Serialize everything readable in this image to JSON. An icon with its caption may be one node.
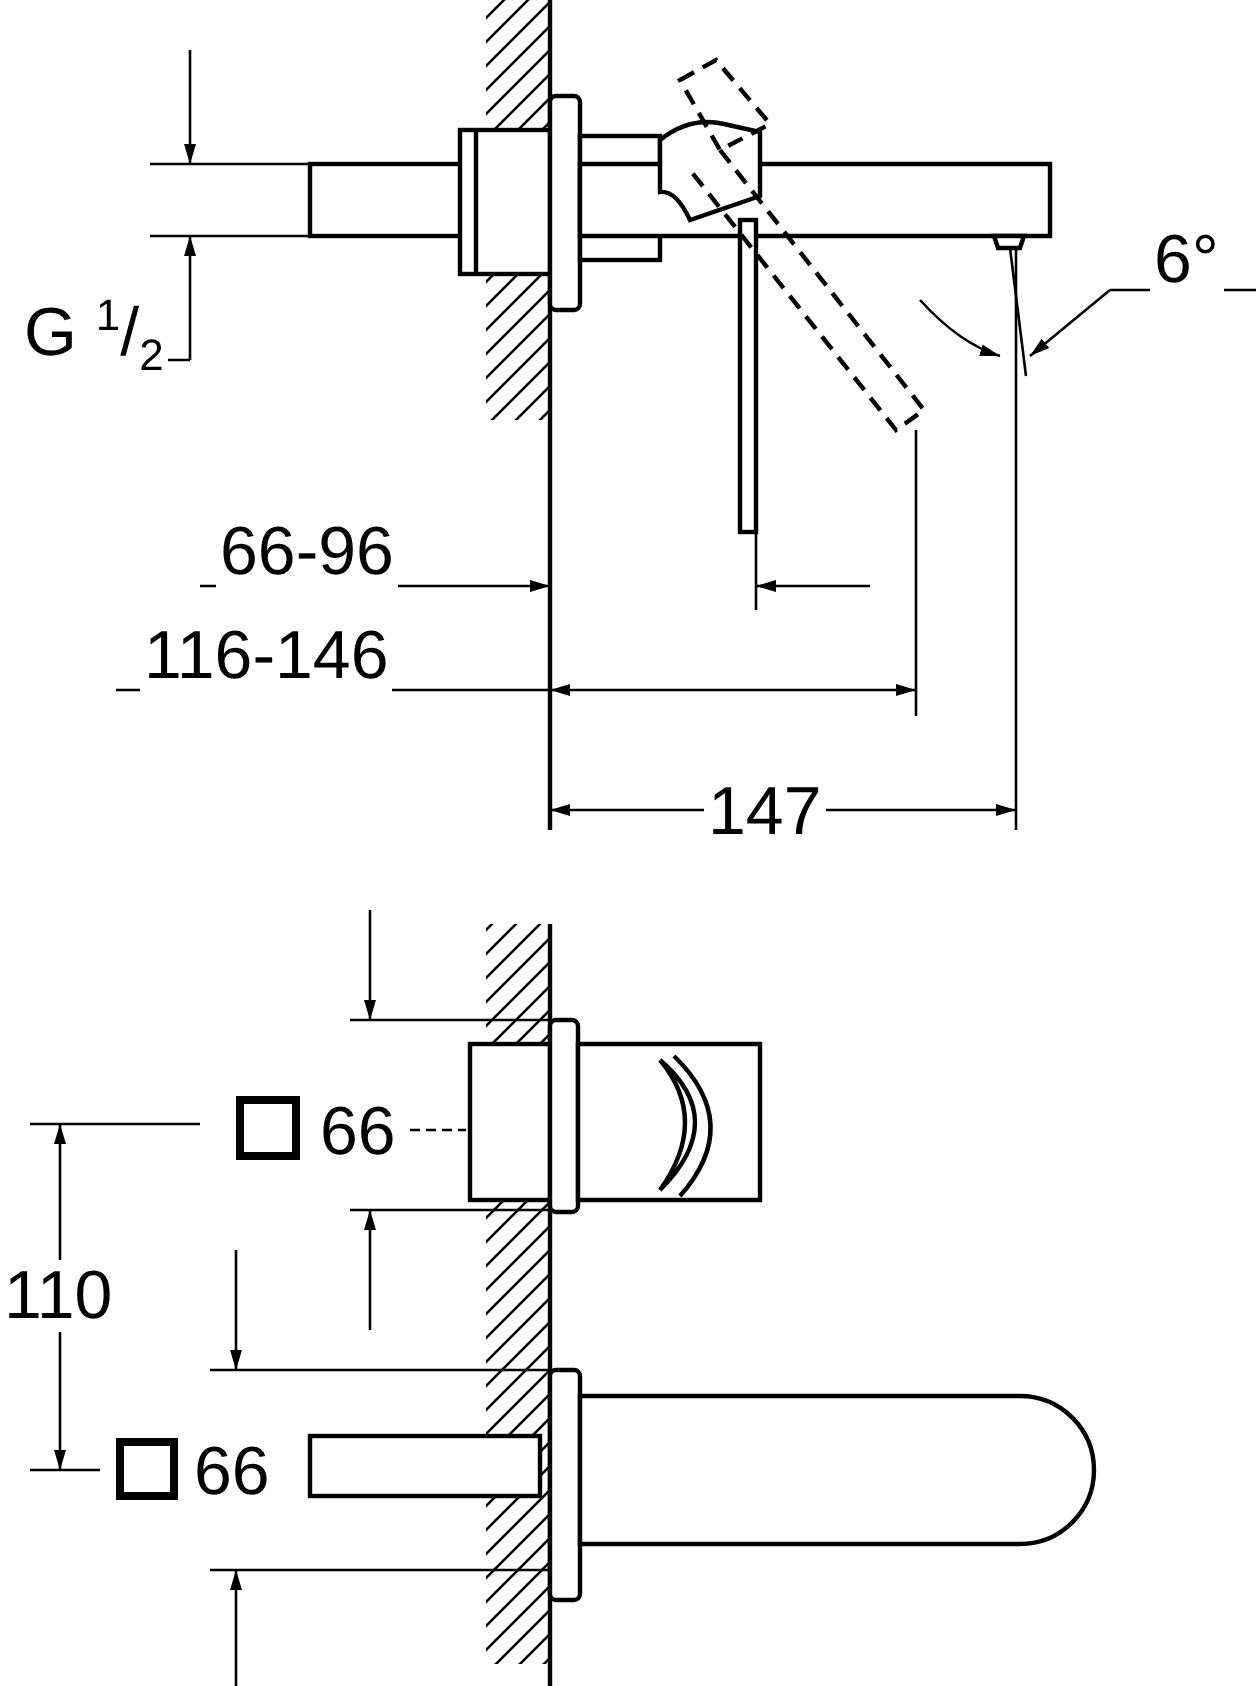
{
  "diagram": {
    "labels": [
      "G $^{1}$/$_{2}$",
      "6°",
      "66-96",
      "116-146",
      "147",
      "66",
      "110",
      "66"
    ]
  }
}
